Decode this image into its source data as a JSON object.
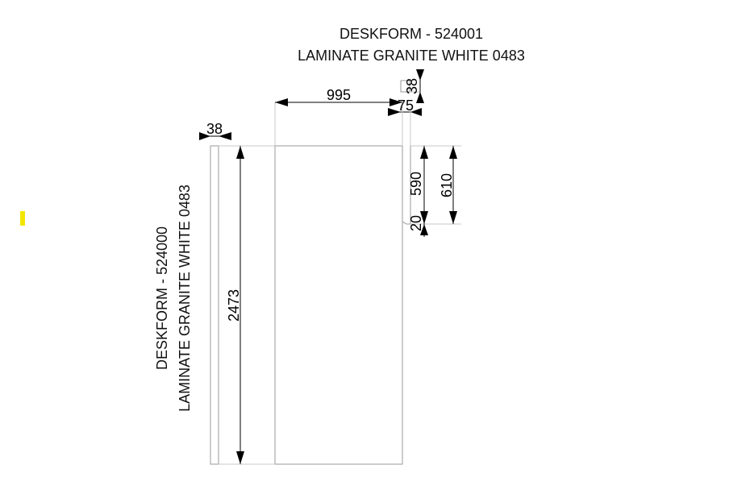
{
  "top_panel": {
    "label_line1": "DESKFORM - 524001",
    "label_line2": "LAMINATE GRANITE WHITE 0483"
  },
  "side_panel": {
    "label_line1": "DESKFORM - 524000",
    "label_line2": "LAMINATE GRANITE WHITE 0483"
  },
  "dimensions": {
    "side_thickness": "38",
    "length": "2473",
    "width": "995",
    "return_width": "75",
    "top_thickness": "38",
    "inner_depth": "590",
    "overall_depth": "610",
    "lip": "20"
  },
  "colors": {
    "marker": "#f2e600",
    "outline": "#9a9a9a"
  }
}
